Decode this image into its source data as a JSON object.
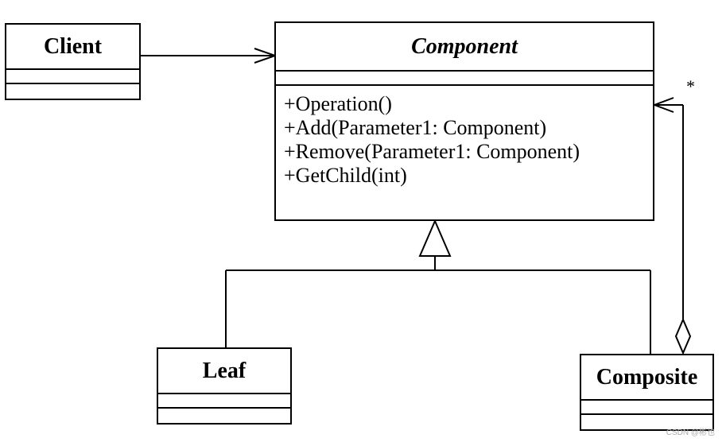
{
  "client": {
    "name": "Client"
  },
  "component": {
    "name": "Component",
    "operations": [
      "+Operation()",
      "+Add(Parameter1: Component)",
      "+Remove(Parameter1: Component)",
      "+GetChild(int)"
    ]
  },
  "leaf": {
    "name": "Leaf"
  },
  "composite": {
    "name": "Composite"
  },
  "aggregation": {
    "multiplicity": "*"
  },
  "watermark": "CSDN @彬也"
}
